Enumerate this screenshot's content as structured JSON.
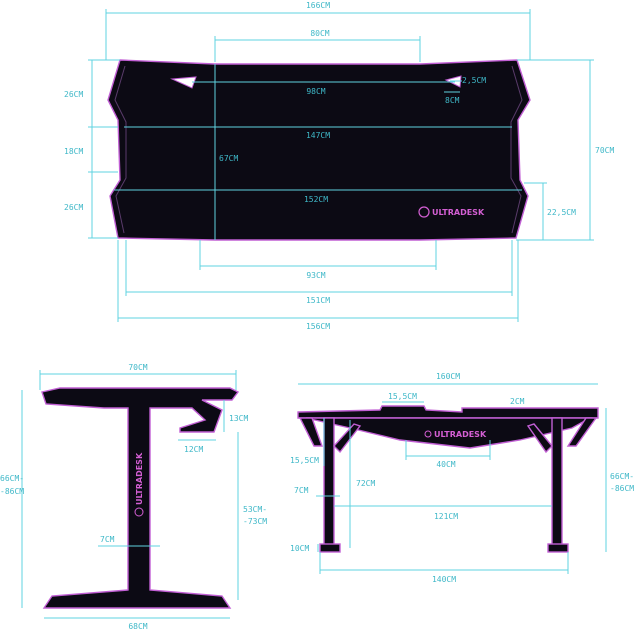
{
  "brand": {
    "logo_text": "ULTRADESK",
    "accent_color": "#c15fd4",
    "dimension_color": "#5fd3e0",
    "desk_color": "#0c0a14"
  },
  "top_view": {
    "overall_width": "166CM",
    "monitor_zone_width": "80CM",
    "width_98": "98CM",
    "width_147": "147CM",
    "width_152": "152CM",
    "depth_67": "67CM",
    "depth_70": "70CM",
    "depth_26_top": "26CM",
    "depth_18": "18CM",
    "depth_26_bottom": "26CM",
    "depth_22_5": "22,5CM",
    "hole_width": "8CM",
    "hole_depth": "2,5CM",
    "bottom_93": "93CM",
    "bottom_151": "151CM",
    "bottom_156": "156CM"
  },
  "side_view": {
    "top_depth": "70CM",
    "hook_depth": "13CM",
    "hook_width": "12CM",
    "height_range": "66CM-\n-86CM",
    "leg_height_range": "53CM-\n-73CM",
    "leg_width": "7CM",
    "foot_depth": "68CM"
  },
  "front_view": {
    "overall_width": "160CM",
    "shelf_width": "15,5CM",
    "edge_thickness": "2CM",
    "frame_depth": "15,5CM",
    "center_width": "40CM",
    "leg_height": "72CM",
    "leg_width": "7CM",
    "inner_width": "121CM",
    "foot_height": "10CM",
    "feet_span": "140CM",
    "height_range": "66CM-\n-86CM"
  }
}
